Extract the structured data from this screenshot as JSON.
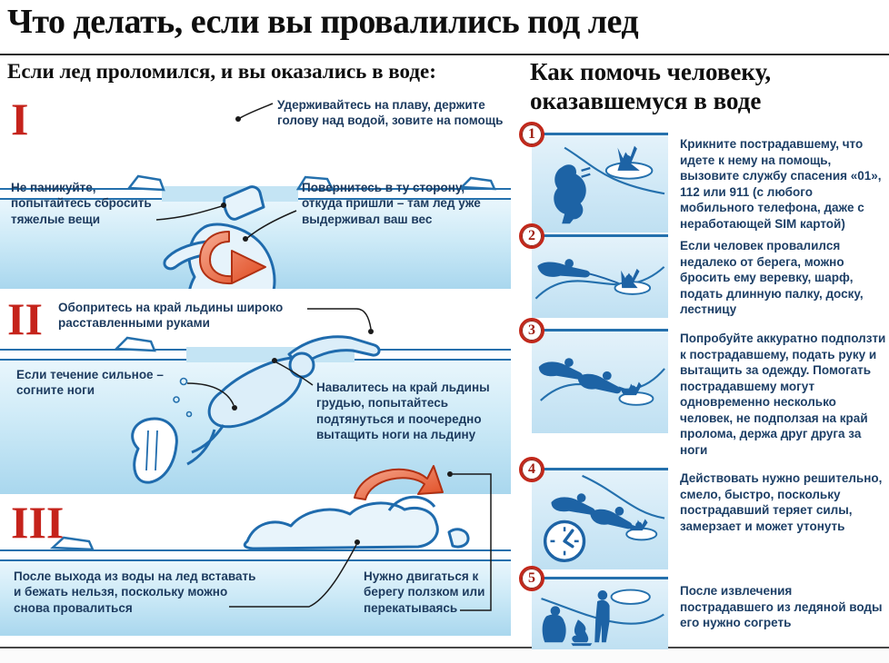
{
  "title": "Что делать, если вы провалились под лед",
  "left": {
    "header": "Если лед проломился, и вы оказались в воде:",
    "sections": [
      {
        "numeral": "I",
        "callout_top": "Удерживайтесь на плаву, держите голову над водой, зовите на помощь",
        "callout_left": "Не паникуйте, попытайтесь сбросить тяжелые вещи",
        "callout_right": "Повернитесь в ту сторону, откуда пришли – там лед уже выдерживал ваш вес"
      },
      {
        "numeral": "II",
        "callout_top": "Обопритесь на край льдины широко расставленными руками",
        "callout_left": "Если течение сильное – согните ноги",
        "callout_right": "Навалитесь на край льдины грудью, попытайтесь подтянуться и поочередно вытащить ноги на льдину"
      },
      {
        "numeral": "III",
        "callout_left": "После выхода из воды на лед вставать и бежать нельзя, поскольку можно снова провалиться",
        "callout_right": "Нужно двигаться к берегу ползком или перекатываясь"
      }
    ]
  },
  "right": {
    "header_line1": "Как помочь человеку,",
    "header_line2": "оказавшемуся в воде",
    "steps": [
      {
        "number": "1",
        "text": "Крикните пострадавшему, что идете к нему на помощь, вызовите службу спасения «01», 112 или 911 (с любого мобильного телефона, даже с неработающей SIM картой)"
      },
      {
        "number": "2",
        "text": "Если человек провалился недалеко от берега, можно бросить ему веревку, шарф, подать длинную палку, доску, лестницу"
      },
      {
        "number": "3",
        "text": "Попробуйте аккуратно подползти к пострадавшему, подать руку и вытащить за одежду. Помогать пострадавшему могут одновременно несколько человек, не подползая на край пролома, держа друг друга за ноги"
      },
      {
        "number": "4",
        "text": "Действовать нужно решительно, смело, быстро, поскольку пострадавший теряет силы, замерзает и может утонуть"
      },
      {
        "number": "5",
        "text": "После извлечения пострадавшего из ледяной воды его нужно согреть"
      }
    ]
  },
  "icons": {
    "rotate_arrow": "red curled rotation arrow",
    "roll_arrow": "red arc roll-over arrow",
    "clock": "clock face",
    "campfire": "campfire flame",
    "ice_hole": "hole in ice"
  },
  "colors": {
    "accent_red": "#c5231b",
    "ink": "#0f0f0f",
    "navy_text": "#1d3f66",
    "outline_blue": "#2470ad",
    "silhouette_blue": "#1d63a5",
    "water_light": "#e9f6fc",
    "water_deep": "#a9d7ee"
  }
}
